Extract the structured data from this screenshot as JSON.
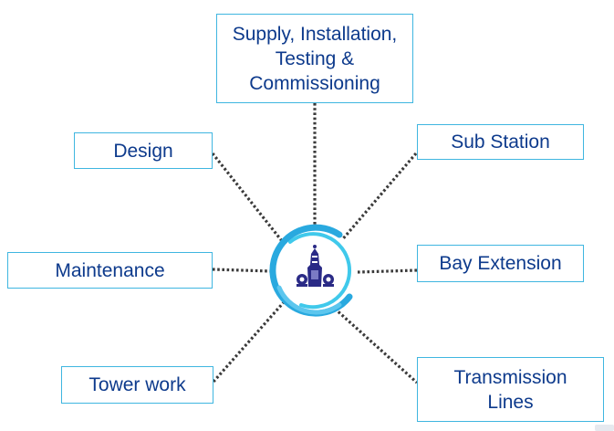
{
  "diagram": {
    "type": "hub-and-spoke",
    "center": {
      "icon": "temple-emblem-icon",
      "ring_color": "#29a9df",
      "emblem_color": "#2a2a86"
    },
    "connector_style": "dotted",
    "connector_color": "#3a3a3a",
    "border_color": "#3fb6e0",
    "text_color": "#0d3a8c",
    "nodes": [
      {
        "id": "supply",
        "lines": [
          "Supply, Installation,",
          "Testing &",
          "Commissioning"
        ]
      },
      {
        "id": "design",
        "lines": [
          "Design"
        ]
      },
      {
        "id": "sub-station",
        "lines": [
          "Sub Station"
        ]
      },
      {
        "id": "maintenance",
        "lines": [
          "Maintenance"
        ]
      },
      {
        "id": "bay-extension",
        "lines": [
          "Bay Extension"
        ]
      },
      {
        "id": "tower-work",
        "lines": [
          "Tower work"
        ]
      },
      {
        "id": "transmission-lines",
        "lines": [
          "Transmission",
          "Lines"
        ]
      }
    ]
  }
}
